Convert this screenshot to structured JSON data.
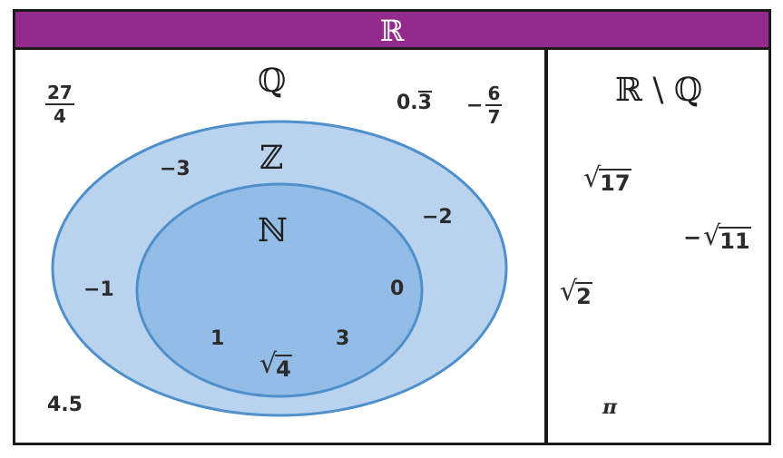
{
  "header": {
    "title": "ℝ"
  },
  "left_panel": {
    "set_q": "ℚ",
    "set_z": "ℤ",
    "set_n": "ℕ",
    "rational_only": {
      "frac_27_4": {
        "num": "27",
        "den": "4"
      },
      "repeating": {
        "whole": "0.",
        "digit": "3"
      },
      "neg_frac_6_7": {
        "sign": "−",
        "num": "6",
        "den": "7"
      },
      "four_point_five": "4.5"
    },
    "integers_only": [
      "−3",
      "−2",
      "−1"
    ],
    "naturals": {
      "zero": "0",
      "one": "1",
      "three": "3",
      "sqrt4_radicand": "4"
    }
  },
  "right_panel": {
    "title": "ℝ \\ ℚ",
    "sqrt17": "17",
    "neg_sqrt11": {
      "sign": "−",
      "radicand": "11"
    },
    "sqrt2": "2",
    "pi": "π"
  },
  "colors": {
    "header_bg": "#922b8c",
    "outer_ellipse_fill": "#b9d2ee",
    "inner_ellipse_fill": "#93bde6",
    "ellipse_stroke": "#4f8fcb"
  },
  "root_symbol": "√"
}
